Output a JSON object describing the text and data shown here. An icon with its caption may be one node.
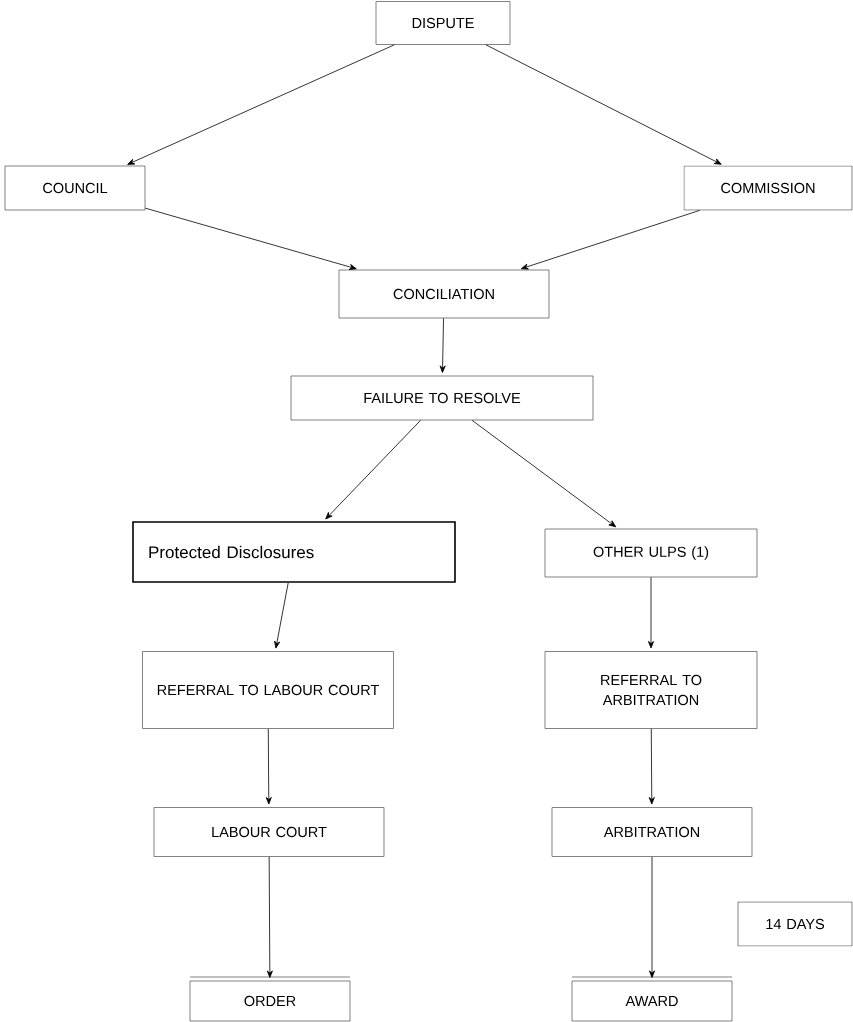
{
  "diagram": {
    "nodes": [
      {
        "text": [
          "DISPUTE"
        ]
      },
      {
        "text": [
          "COUNCIL"
        ]
      },
      {
        "text": [
          "COMMISSION"
        ]
      },
      {
        "text": [
          "CONCILIATION"
        ]
      },
      {
        "text": [
          "FAILURE TO RESOLVE"
        ]
      },
      {
        "text": [
          "Protected Disclosures"
        ]
      },
      {
        "text": [
          "OTHER ULPS (1)"
        ]
      },
      {
        "text": [
          "REFERRAL TO LABOUR COURT"
        ]
      },
      {
        "text": [
          "REFERRAL TO ARBITRATION"
        ]
      },
      {
        "text": [
          "LABOUR COURT"
        ]
      },
      {
        "text": [
          "ARBITRATION"
        ]
      },
      {
        "text": [
          "14 DAYS"
        ]
      },
      {
        "text": [
          "ORDER"
        ]
      },
      {
        "text": [
          "AWARD"
        ]
      }
    ],
    "edges": [
      {
        "from": 0,
        "to": 1,
        "arrow": "to"
      },
      {
        "from": 0,
        "to": 2,
        "arrow": "to"
      },
      {
        "from": 1,
        "to": 3,
        "arrow": "to"
      },
      {
        "from": 2,
        "to": 3,
        "arrow": "to"
      },
      {
        "from": 3,
        "to": 4,
        "arrow": "to"
      },
      {
        "from": 4,
        "to": 5,
        "arrow": "to"
      },
      {
        "from": 4,
        "to": 6,
        "arrow": "to"
      },
      {
        "from": 5,
        "to": 7,
        "arrow": "to"
      },
      {
        "from": 6,
        "to": 8,
        "arrow": "to"
      },
      {
        "from": 7,
        "to": 9,
        "arrow": "to"
      },
      {
        "from": 8,
        "to": 10,
        "arrow": "to"
      },
      {
        "from": 9,
        "to": 12,
        "arrow": "to"
      },
      {
        "from": 10,
        "to": 13,
        "arrow": "to"
      }
    ]
  }
}
